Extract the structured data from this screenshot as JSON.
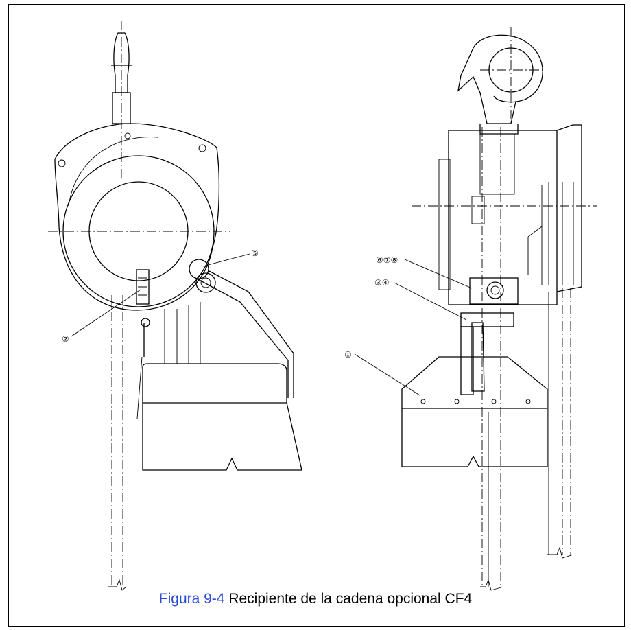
{
  "figure": {
    "caption_ref": "Figura 9-4",
    "caption_text": " Recipiente de la cadena opcional CF4"
  },
  "callouts": {
    "c1": "①",
    "c2": "②",
    "c34": "③④",
    "c5": "⑤",
    "c678": "⑥⑦⑧"
  }
}
